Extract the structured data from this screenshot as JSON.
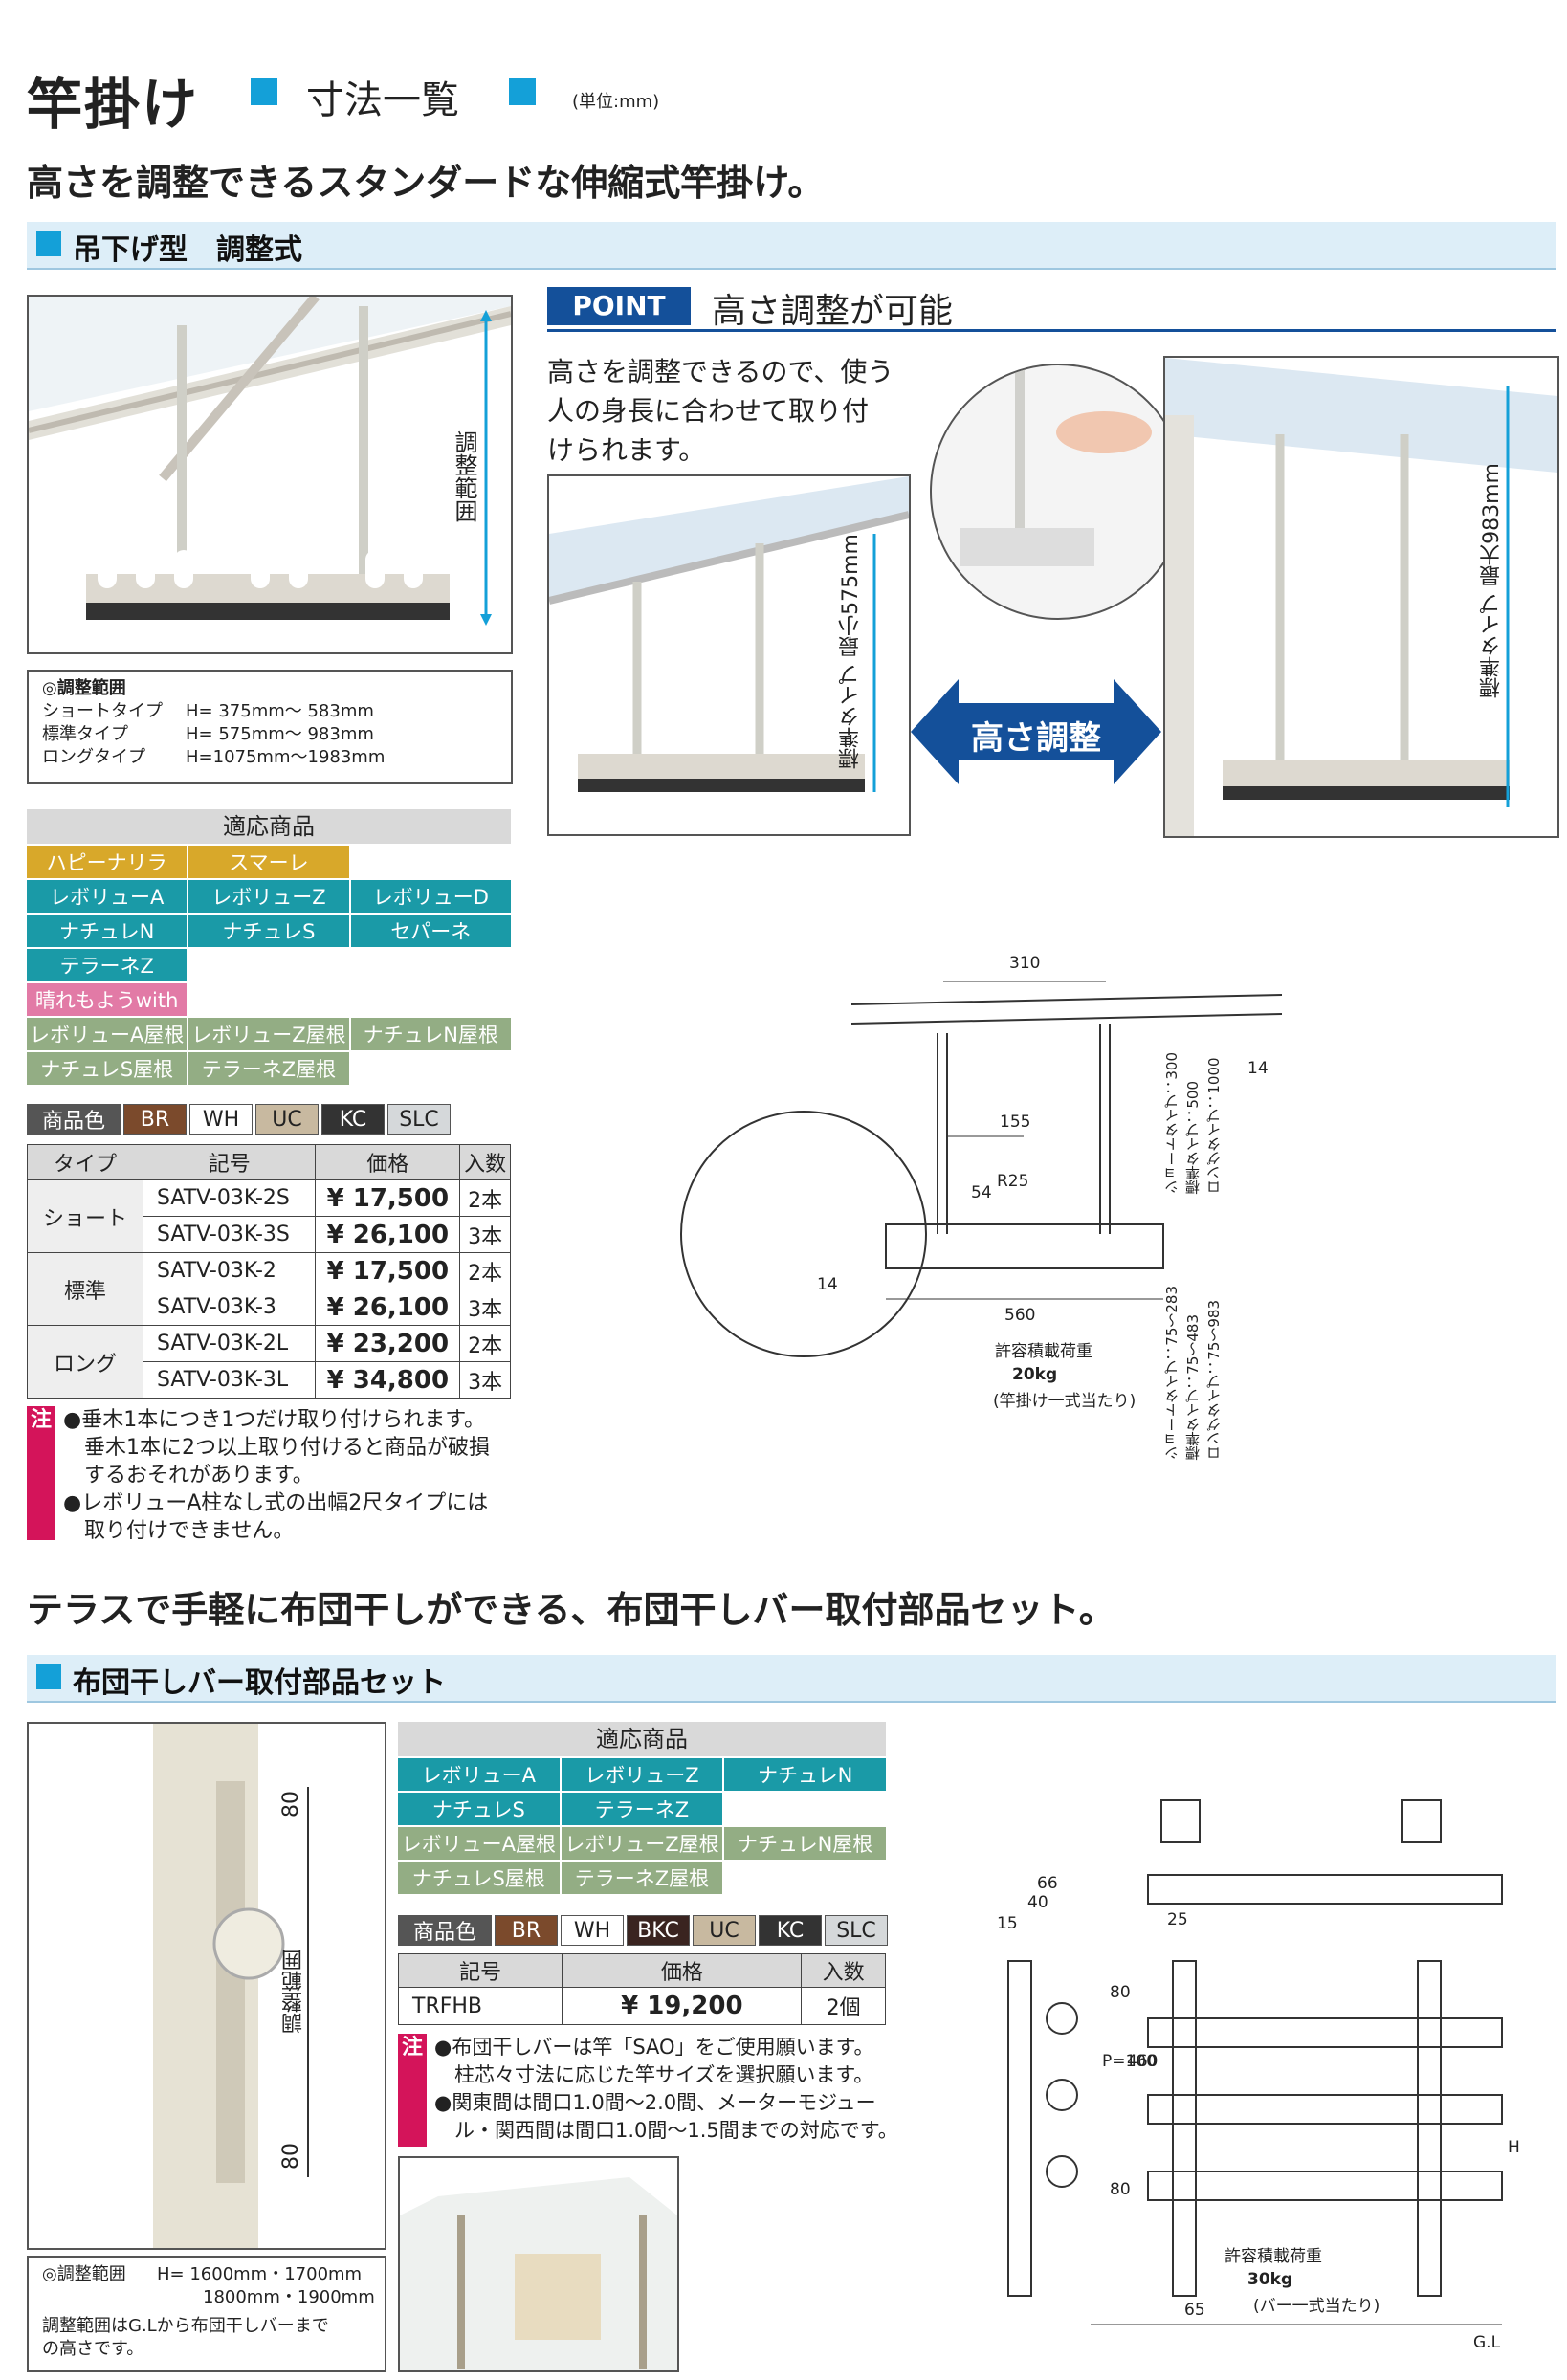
{
  "header": {
    "title": "竿掛け",
    "subtitle": "寸法一覧",
    "unit": "(単位:mm)",
    "headline1": "高さを調整できるスタンダードな伸縮式竿掛け。",
    "headline2": "テラスで手軽に布団干しができる、布団干しバー取付部品セット。"
  },
  "section1": {
    "bar_title": "吊下げ型　調整式",
    "photo_label": "調整範囲",
    "range_title": "◎調整範囲",
    "ranges": [
      {
        "type": "ショートタイプ",
        "value": "H=  375mm〜  583mm"
      },
      {
        "type": "標準タイプ",
        "value": "H=  575mm〜  983mm"
      },
      {
        "type": "ロングタイプ",
        "value": "H=1075mm〜1983mm"
      }
    ],
    "products_title": "適応商品",
    "products": [
      {
        "name": "ハピーナリラ",
        "c": "y"
      },
      {
        "name": "スマーレ",
        "c": "y"
      },
      {
        "name": "",
        "c": "n"
      },
      {
        "name": "レボリューA",
        "c": "t"
      },
      {
        "name": "レボリューZ",
        "c": "t"
      },
      {
        "name": "レボリューD",
        "c": "t"
      },
      {
        "name": "ナチュレN",
        "c": "t"
      },
      {
        "name": "ナチュレS",
        "c": "t"
      },
      {
        "name": "セパーネ",
        "c": "t"
      },
      {
        "name": "テラーネZ",
        "c": "t"
      },
      {
        "name": "",
        "c": "n"
      },
      {
        "name": "",
        "c": "n"
      },
      {
        "name": "晴れもようwith",
        "c": "p"
      },
      {
        "name": "",
        "c": "n"
      },
      {
        "name": "",
        "c": "n"
      },
      {
        "name": "レボリューA屋根",
        "c": "g"
      },
      {
        "name": "レボリューZ屋根",
        "c": "g"
      },
      {
        "name": "ナチュレN屋根",
        "c": "g"
      },
      {
        "name": "ナチュレS屋根",
        "c": "g"
      },
      {
        "name": "テラーネZ屋根",
        "c": "g"
      },
      {
        "name": "",
        "c": "n"
      }
    ],
    "colors_label": "商品色",
    "colors": [
      {
        "name": "BR",
        "bg": "#7b4a2c",
        "fg": "#ffffff"
      },
      {
        "name": "WH",
        "bg": "#ffffff",
        "fg": "#222222"
      },
      {
        "name": "UC",
        "bg": "#c8b9a0",
        "fg": "#222222"
      },
      {
        "name": "KC",
        "bg": "#333333",
        "fg": "#ffffff"
      },
      {
        "name": "SLC",
        "bg": "#d5d8da",
        "fg": "#222222"
      }
    ],
    "table": {
      "headers": [
        "タイプ",
        "記号",
        "価格",
        "入数"
      ],
      "groups": [
        {
          "type": "ショート",
          "rows": [
            [
              "SATV-03K-2S",
              "¥ 17,500",
              "2本"
            ],
            [
              "SATV-03K-3S",
              "¥ 26,100",
              "3本"
            ]
          ]
        },
        {
          "type": "標準",
          "rows": [
            [
              "SATV-03K-2",
              "¥ 17,500",
              "2本"
            ],
            [
              "SATV-03K-3",
              "¥ 26,100",
              "3本"
            ]
          ]
        },
        {
          "type": "ロング",
          "rows": [
            [
              "SATV-03K-2L",
              "¥ 23,200",
              "2本"
            ],
            [
              "SATV-03K-3L",
              "¥ 34,800",
              "3本"
            ]
          ]
        }
      ]
    },
    "note_label": "注",
    "notes": [
      "●垂木1本につき1つだけ取り付けられます。",
      "　垂木1本に2つ以上取り付けると商品が破損",
      "　するおそれがあります。",
      "●レボリューA柱なし式の出幅2尺タイプには",
      "　取り付けできません。"
    ],
    "point_badge": "POINT",
    "point_title": "高さ調整が可能",
    "point_text": [
      "高さを調整できるので、使う",
      "人の身長に合わせて取り付",
      "けられます。"
    ],
    "min_label": "標準タイプ 最小575mm",
    "max_label": "標準タイプ 最大983mm",
    "arrow_label": "高さ調整",
    "diagram": {
      "d310": "310",
      "d155": "155",
      "d54": "54",
      "r25": "R25",
      "d560": "560",
      "d14a": "14",
      "d14b": "14",
      "heights": [
        "ショートタイプ：300",
        "標準タイプ：500",
        "ロングタイプ：1000"
      ],
      "ranges": [
        "ショートタイプ：75〜283",
        "標準タイプ：75〜483",
        "ロングタイプ：75〜983"
      ],
      "load_title": "許容積載荷重",
      "load_value": "20kg",
      "load_note": "(竿掛け一式当たり)"
    }
  },
  "section2": {
    "bar_title": "布団干しバー取付部品セット",
    "photo_dims": {
      "top": "80",
      "bottom": "80",
      "label": "調整範囲"
    },
    "range_title": "◎調整範囲",
    "range_value": [
      "H=  1600mm・1700mm",
      "1800mm・1900mm"
    ],
    "range_note": [
      "調整範囲はG.Lから布団干しバーまで",
      "の高さです。"
    ],
    "products_title": "適応商品",
    "products": [
      {
        "name": "レボリューA",
        "c": "t"
      },
      {
        "name": "レボリューZ",
        "c": "t"
      },
      {
        "name": "ナチュレN",
        "c": "t"
      },
      {
        "name": "ナチュレS",
        "c": "t"
      },
      {
        "name": "テラーネZ",
        "c": "t"
      },
      {
        "name": "",
        "c": "n"
      },
      {
        "name": "レボリューA屋根",
        "c": "g"
      },
      {
        "name": "レボリューZ屋根",
        "c": "g"
      },
      {
        "name": "ナチュレN屋根",
        "c": "g"
      },
      {
        "name": "ナチュレS屋根",
        "c": "g"
      },
      {
        "name": "テラーネZ屋根",
        "c": "g"
      },
      {
        "name": "",
        "c": "n"
      }
    ],
    "colors_label": "商品色",
    "colors": [
      {
        "name": "BR",
        "bg": "#7b4a2c",
        "fg": "#ffffff"
      },
      {
        "name": "WH",
        "bg": "#ffffff",
        "fg": "#222222"
      },
      {
        "name": "BKC",
        "bg": "#3a2420",
        "fg": "#ffffff"
      },
      {
        "name": "UC",
        "bg": "#c8b9a0",
        "fg": "#222222"
      },
      {
        "name": "KC",
        "bg": "#333333",
        "fg": "#ffffff"
      },
      {
        "name": "SLC",
        "bg": "#d5d8da",
        "fg": "#222222"
      }
    ],
    "table": {
      "headers": [
        "記号",
        "価格",
        "入数"
      ],
      "rows": [
        [
          "TRFHB",
          "¥ 19,200",
          "2個"
        ]
      ]
    },
    "note_label": "注",
    "notes": [
      "●布団干しバーは竿「SAO」をご使用願います。",
      "　柱芯々寸法に応じた竿サイズを選択願います。",
      "●関東間は間口1.0間〜2.0間、メーターモジュー",
      "　ル・関西間は間口1.0間〜1.5間までの対応です。"
    ],
    "diagram": {
      "d66": "66",
      "d40": "40",
      "d15": "15",
      "d25": "25",
      "d80a": "80",
      "p100": "P=100",
      "d460": "460",
      "d80b": "80",
      "d65": "65",
      "h": "H",
      "gl": "G.L",
      "load_title": "許容積載荷重",
      "load_value": "30kg",
      "load_note": "(バー一式当たり)"
    }
  },
  "accent": "#14a0d8",
  "note_color": "#d4145a"
}
